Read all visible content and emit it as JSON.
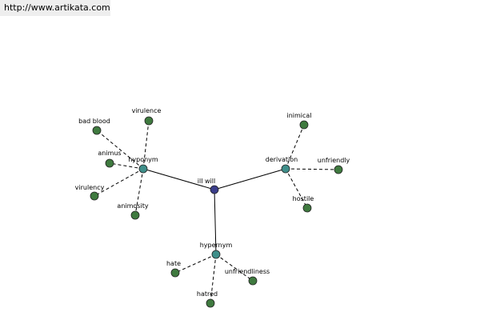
{
  "site_url": "http://www.artikata.com",
  "center": {
    "label": "ill will",
    "color": "#3a3d8a"
  },
  "relations": [
    {
      "key": "hyponym",
      "label": "hyponym",
      "color": "#3f8f8a",
      "children": [
        "bad blood",
        "virulence",
        "animus",
        "virulency",
        "animosity"
      ]
    },
    {
      "key": "derivation",
      "label": "derivation",
      "color": "#3f8f8a",
      "children": [
        "inimical",
        "unfriendly",
        "hostile"
      ]
    },
    {
      "key": "hypernym",
      "label": "hypernym",
      "color": "#3f8f8a",
      "children": [
        "hate",
        "unfriendliness",
        "hatred"
      ]
    }
  ],
  "leaf_color": "#3f7a3f"
}
